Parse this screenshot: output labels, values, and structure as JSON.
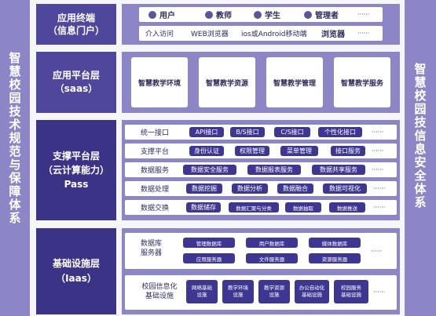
{
  "left_side": "智\n慧\n校\n园\n技\n术\n规\n范\n与\n保\n障\n体\n系",
  "right_side": "智\n慧\n校\n园\n技\n信\n息\n安\n全\n体\n系",
  "app_terminal": {
    "label": "应用终端\n（信息门户）",
    "users": [
      "用户",
      "教师",
      "学生",
      "管理者"
    ],
    "users_more": "······",
    "access": [
      "介入访问",
      "WEB浏览器",
      "ios或Android移动端",
      "浏览器"
    ],
    "access_more": "······"
  },
  "saas": {
    "label": "应用平台层\n（saas）",
    "cards": [
      "智慧教学环境",
      "智慧教学资源",
      "智慧教学管理",
      "智慧教学服务"
    ]
  },
  "pass": {
    "label": "支撑平台层\n（云计算能力）\nPass",
    "rows": [
      {
        "label": "统一接口",
        "chips": [
          "API接口",
          "B/S接口",
          "C/S接口",
          "个性化接口"
        ],
        "more": "······"
      },
      {
        "label": "支撑平台",
        "chips": [
          "身份认证",
          "权限管理",
          "菜单管理",
          "接口服务"
        ],
        "more": "······"
      },
      {
        "label": "数据服务",
        "chips": [
          "数据安全服务",
          "数据报表服务",
          "数据共享服务"
        ],
        "more": "······"
      },
      {
        "label": "数据处理",
        "chips": [
          "数据挖掘",
          "数据分析",
          "数据融合",
          "数据可视化"
        ],
        "more": "······"
      },
      {
        "label": "数据交换",
        "chips": [
          "数据储存",
          "数据汇聚与分类",
          "数据抽取",
          "数据推送"
        ],
        "more": "······"
      }
    ]
  },
  "iaas": {
    "label": "基础设施层\n（Iaas）",
    "db_label": "数据库\n服务器",
    "db_chips": [
      "管理数据库",
      "用户数据库",
      "媒体数据库",
      "应用服务器",
      "文件服务器",
      "资源服务器"
    ],
    "db_more": "······",
    "infra_label": "校园信息化\n基础设施",
    "infra_chips": [
      "网络基础\n设施",
      "教学环境\n设施",
      "教学资源\n设施",
      "办公自动化\n基础设施",
      "校园服务\n基础设施"
    ],
    "infra_more": "······"
  },
  "colors": {
    "side": "#8c86c6",
    "layer_dark": "#3a3386",
    "layer_mid": "#4e479b",
    "chip": "#3d3791"
  }
}
